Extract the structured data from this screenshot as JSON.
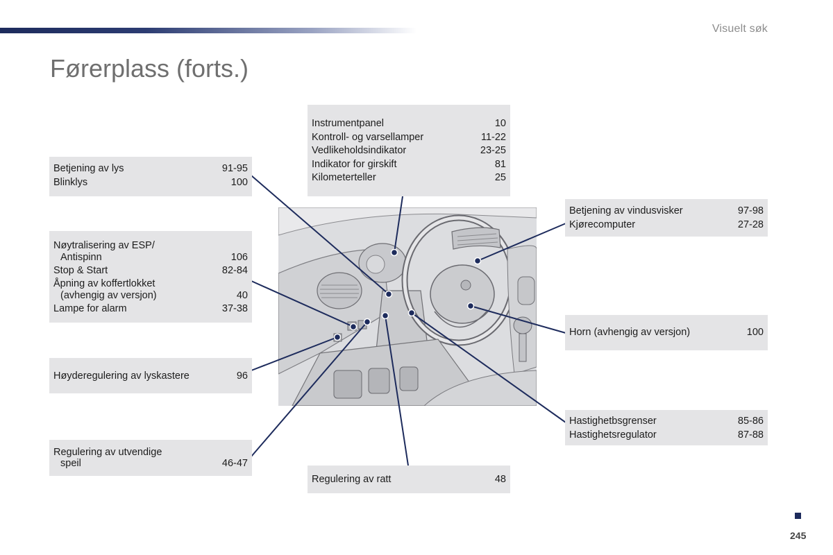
{
  "header": {
    "section_label": "Visuelt søk",
    "title": "Førerplass (forts.)"
  },
  "callouts": {
    "lights": {
      "rows": [
        {
          "label": "Betjening av lys",
          "page": "91-95"
        },
        {
          "label": "Blinklys",
          "page": "100"
        }
      ]
    },
    "instruments": {
      "rows": [
        {
          "label": "Instrumentpanel",
          "page": "10"
        },
        {
          "label": "Kontroll- og varsellamper",
          "page": "11-22"
        },
        {
          "label": "Vedlikeholdsindikator",
          "page": "23-25"
        },
        {
          "label": "Indikator for girskift",
          "page": "81"
        },
        {
          "label": "Kilometerteller",
          "page": "25"
        }
      ]
    },
    "wipers": {
      "rows": [
        {
          "label": "Betjening av vindusvisker",
          "page": "97-98"
        },
        {
          "label": "Kjørecomputer",
          "page": "27-28"
        }
      ]
    },
    "esp": {
      "line1": "Nøytralisering av ESP/",
      "line2": "Antispinn",
      "line2_page": "106",
      "stop_start": "Stop & Start",
      "stop_start_page": "82-84",
      "boot_line1": "Åpning av koffertlokket",
      "boot_line2": "(avhengig av versjon)",
      "boot_page": "40",
      "alarm": "Lampe for alarm",
      "alarm_page": "37-38"
    },
    "horn": {
      "label": "Horn (avhengig av versjon)",
      "page": "100"
    },
    "headlamp": {
      "label": "Høyderegulering av lyskastere",
      "page": "96"
    },
    "speed": {
      "rows": [
        {
          "label": "Hastighetbsgrenser",
          "page": "85-86"
        },
        {
          "label": "Hastighetsregulator",
          "page": "87-88"
        }
      ]
    },
    "mirrors": {
      "line1": "Regulering av utvendige",
      "line2": "speil",
      "page": "46-47"
    },
    "steering": {
      "label": "Regulering av ratt",
      "page": "48"
    }
  },
  "footer": {
    "page_number": "245"
  },
  "colors": {
    "accent": "#1d2b5c",
    "box_bg": "#e4e4e6",
    "leader": "#1d2b5c"
  },
  "illustration": {
    "subject": "dashboard-driver-area"
  }
}
